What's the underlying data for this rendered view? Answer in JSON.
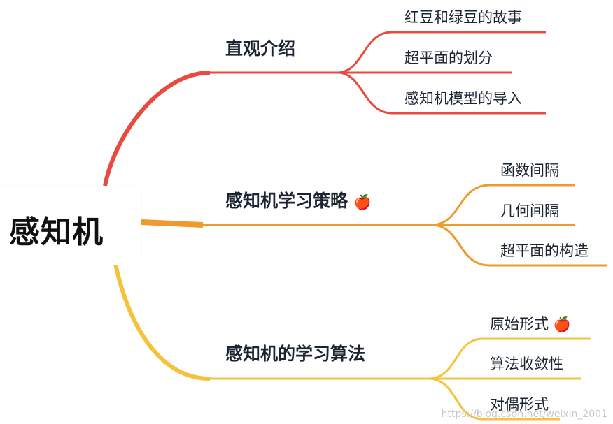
{
  "root": {
    "label": "感知机"
  },
  "colors": {
    "branch1": "#e94a3f",
    "branch2": "#ef9a2d",
    "branch3": "#f5c33b"
  },
  "branches": [
    {
      "label": "直观介绍",
      "children": [
        "红豆和绿豆的故事",
        "超平面的划分",
        "感知机模型的导入"
      ]
    },
    {
      "label": "感知机学习策略",
      "icon": "🍎",
      "children": [
        "函数间隔",
        "几何间隔",
        "超平面的构造"
      ]
    },
    {
      "label": "感知机的学习算法",
      "children": [
        "原始形式",
        "算法收敛性",
        "对偶形式"
      ],
      "child_icons": [
        "🍎",
        "",
        ""
      ]
    }
  ],
  "watermark": "https://blog.csdn.net/weixin_2001"
}
